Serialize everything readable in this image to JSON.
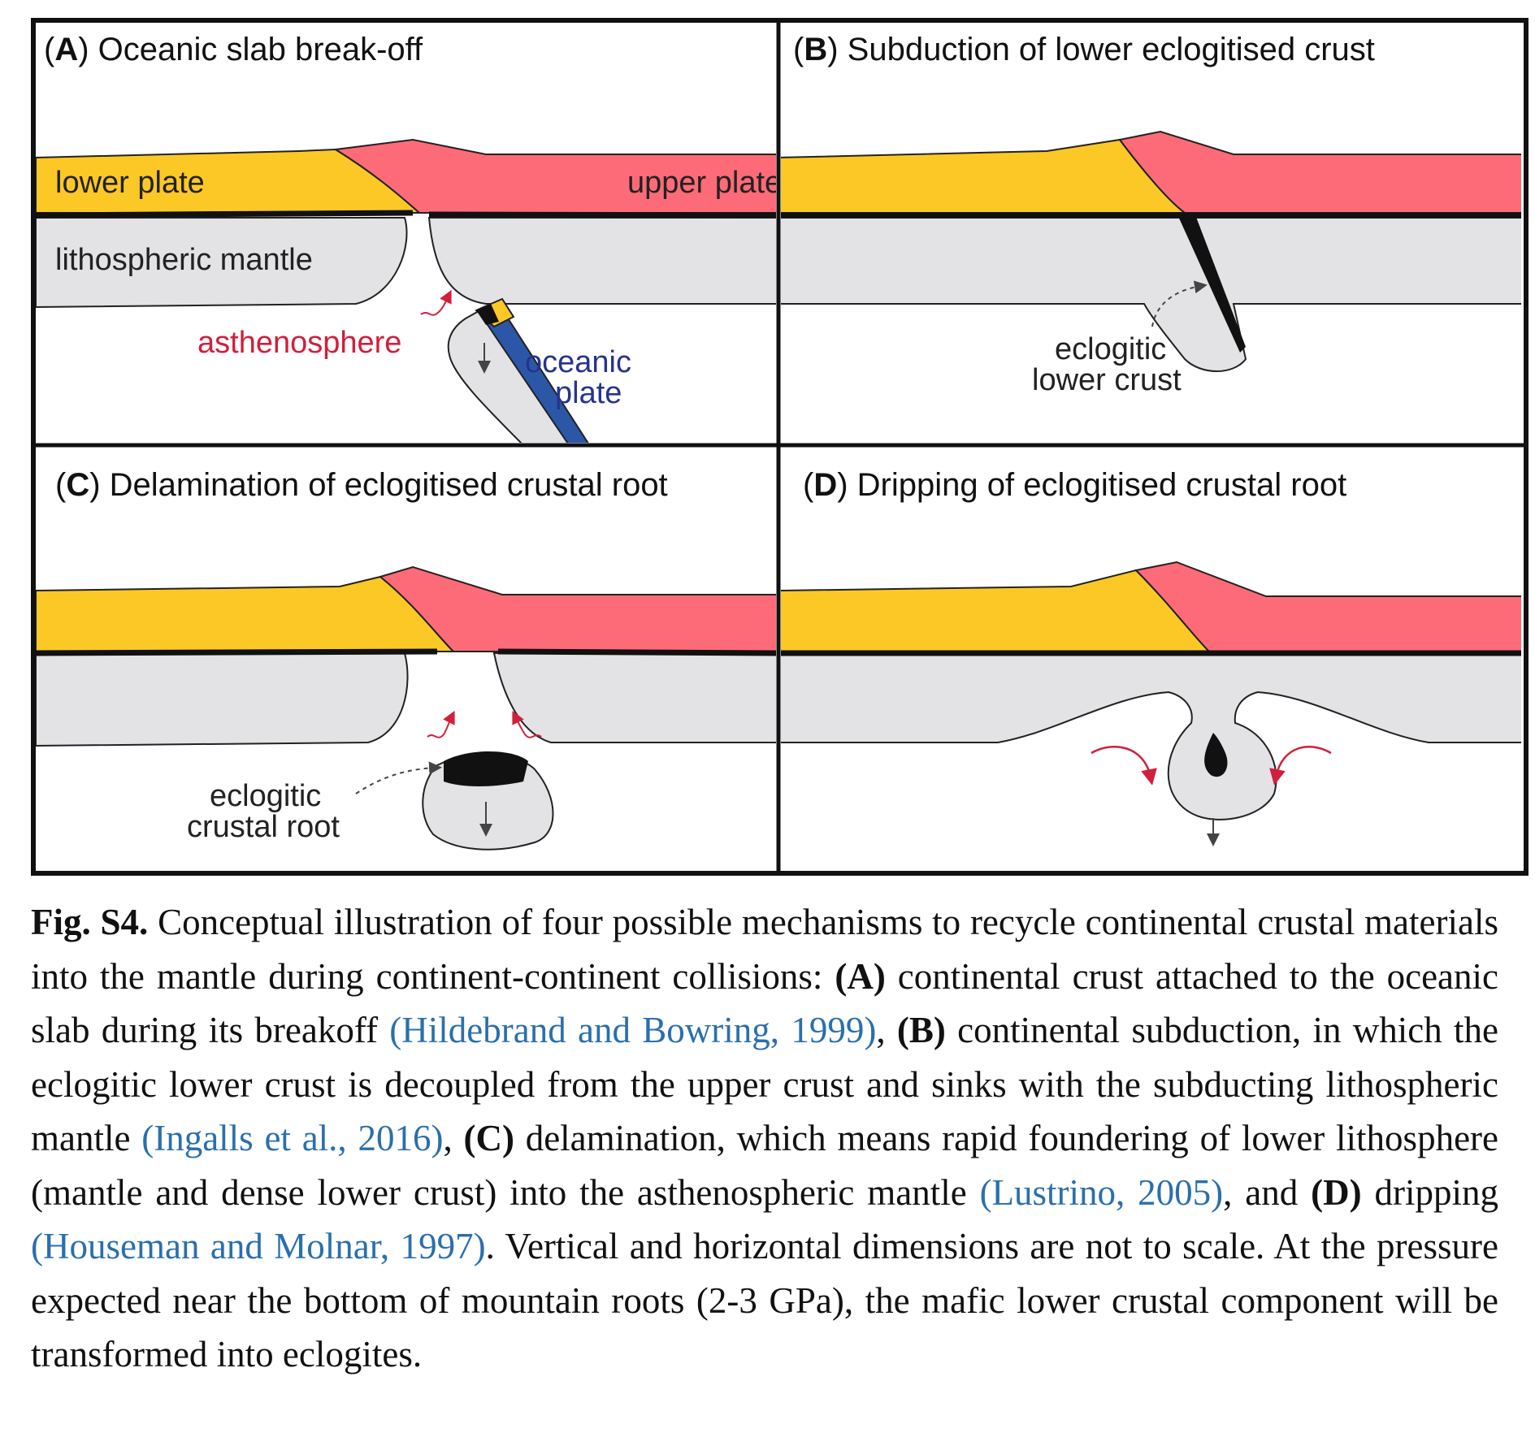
{
  "colors": {
    "lower_plate": "#fcc826",
    "upper_plate": "#fe6b78",
    "lithospheric_mantle": "#e3e3e5",
    "oceanic_plate": "#2c57a7",
    "arrow_red": "#d11f3c",
    "reference_link": "#2a6fad"
  },
  "panels": {
    "a": {
      "title_letter": "A",
      "title_text": " Oceanic slab break-off",
      "labels": {
        "lower_plate": "lower plate",
        "upper_plate": "upper plate",
        "lithospheric_mantle": "lithospheric mantle",
        "asthenosphere": "asthenosphere",
        "oceanic_1": "oceanic",
        "oceanic_2": "plate"
      }
    },
    "b": {
      "title_letter": "B",
      "title_text": " Subduction of lower eclogitised crust",
      "labels": {
        "eclogitic_1": "eclogitic",
        "eclogitic_2": "lower crust"
      }
    },
    "c": {
      "title_letter": "C",
      "title_text": " Delamination of eclogitised crustal root",
      "labels": {
        "eclogitic_1": "eclogitic",
        "eclogitic_2": "crustal root"
      }
    },
    "d": {
      "title_letter": "D",
      "title_text": " Dripping of eclogitised crustal root"
    }
  },
  "caption": {
    "fig_label": "Fig. S4.",
    "t1": " Conceptual illustration of four possible mechanisms to recycle continental crustal materials into the mantle during continent-continent collisions: ",
    "a": "(A)",
    "t2": " continental crust attached to the oceanic slab during its breakoff ",
    "ref1": "(Hildebrand and Bowring, 1999)",
    "t3": ", ",
    "b": "(B)",
    "t4": " continental subduction, in which the eclogitic lower crust is decoupled from the upper crust and sinks with the subducting lithospheric mantle ",
    "ref2": "(Ingalls et al., 2016)",
    "t5": ", ",
    "c": "(C)",
    "t6": " delamination, which means rapid foundering of lower lithosphere (mantle and dense lower crust) into the asthenospheric mantle ",
    "ref3": "(Lustrino, 2005)",
    "t7": ", and ",
    "d": "(D)",
    "t8": " dripping ",
    "ref4": "(Houseman and Molnar, 1997)",
    "t9": ". Vertical and horizontal dimensions are not to scale. At the pressure expected near the bottom of mountain roots (2-3 GPa), the mafic lower crustal component will be transformed into eclogites."
  }
}
